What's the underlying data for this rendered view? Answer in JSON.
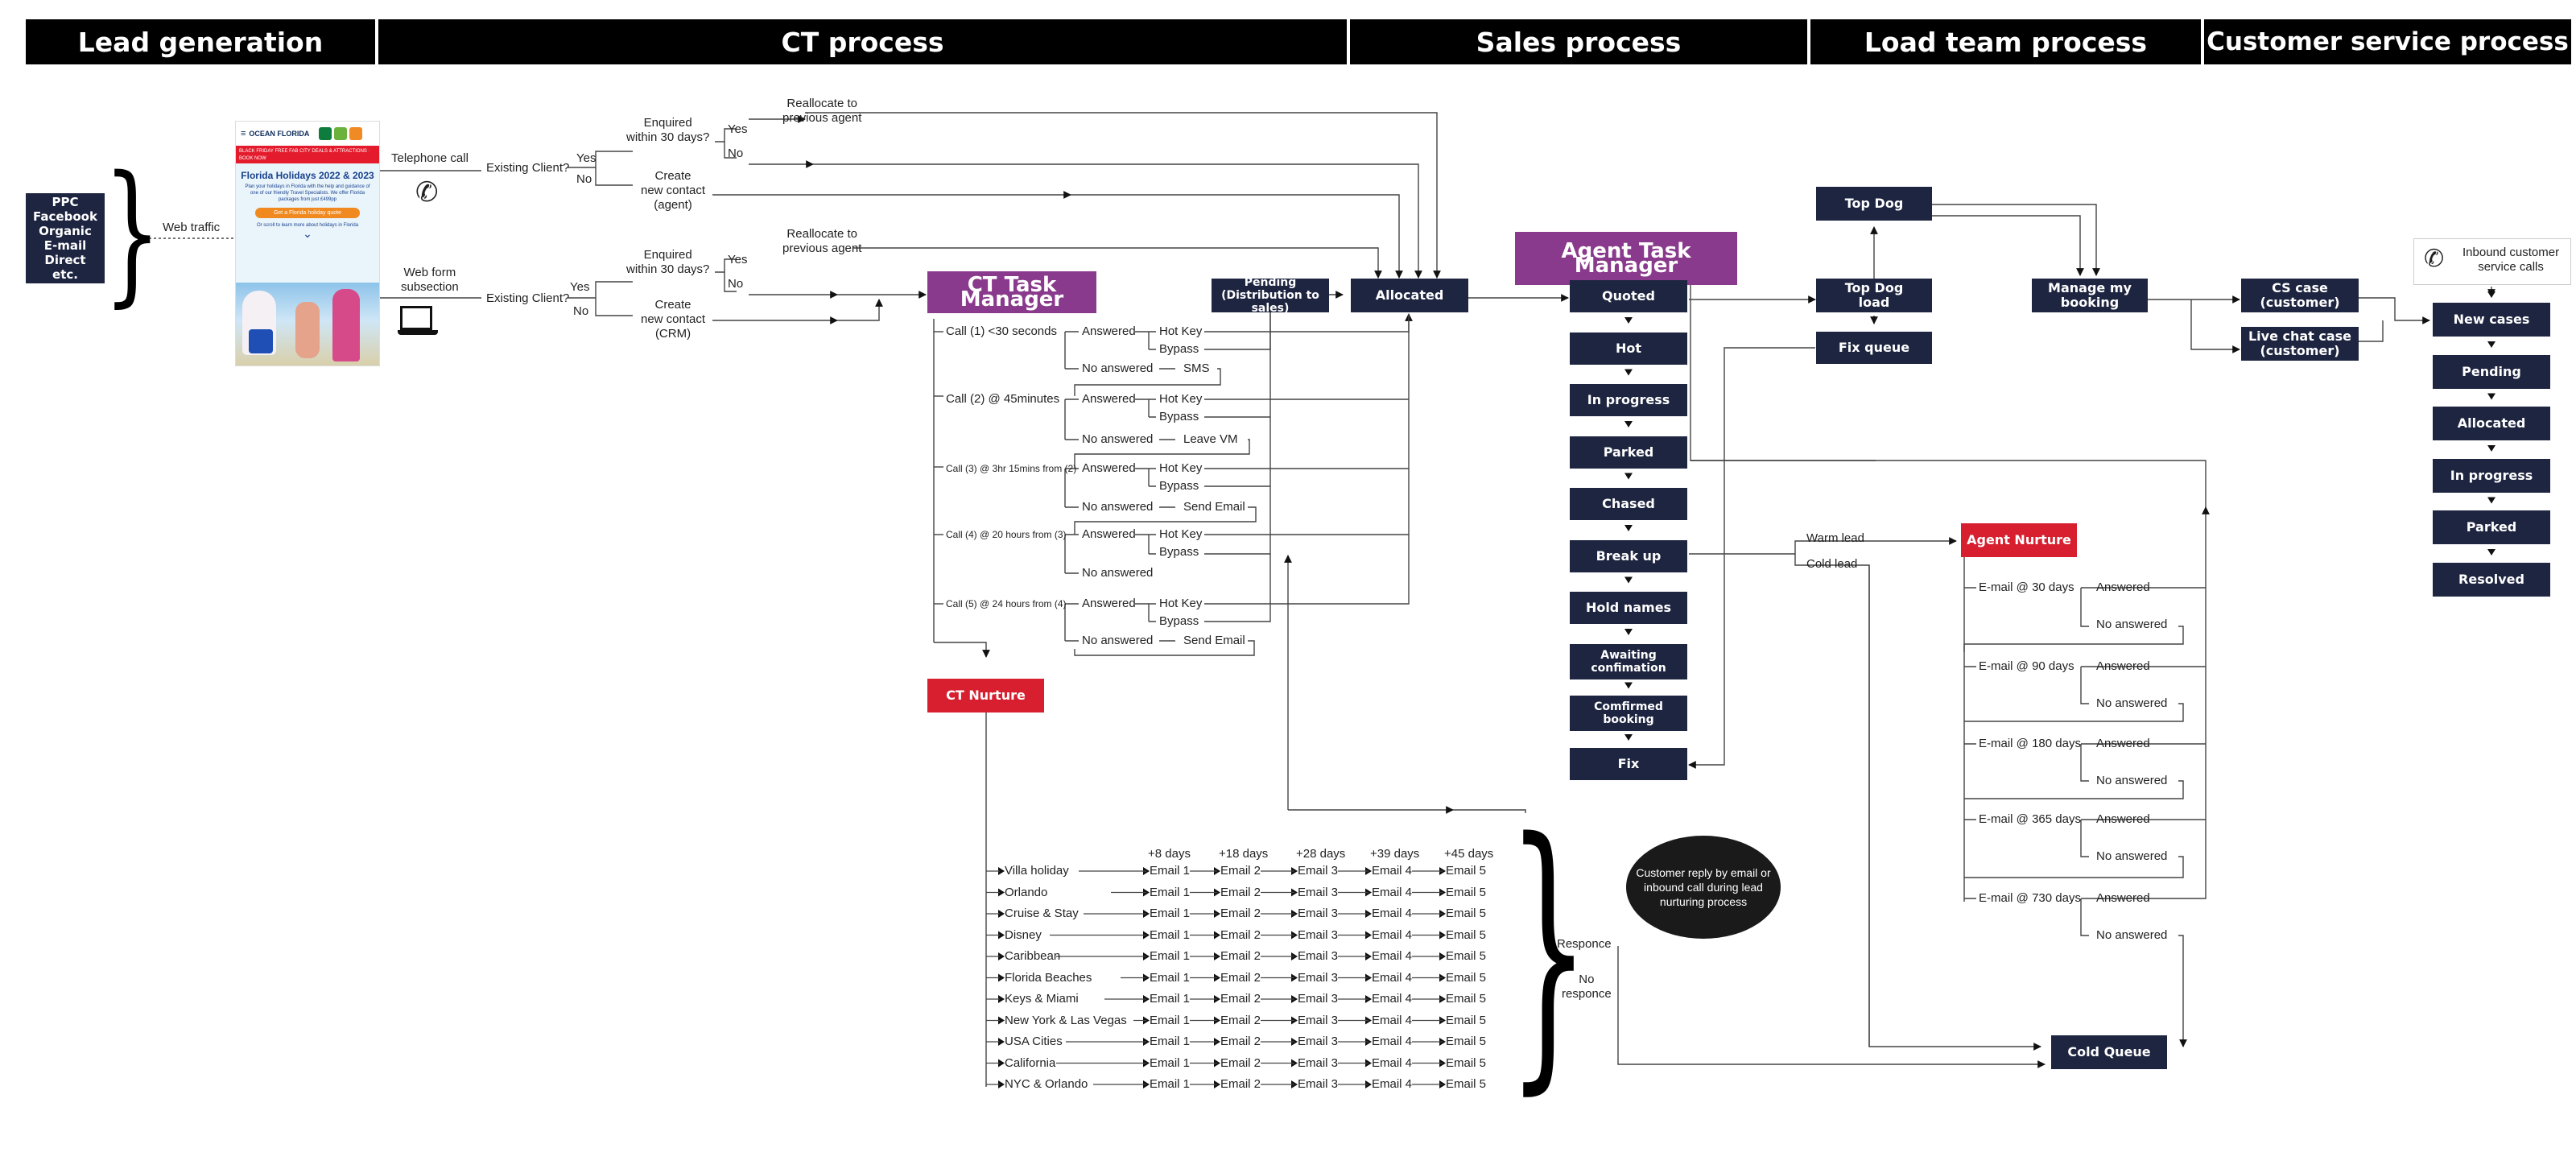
{
  "headers": [
    "Lead generation",
    "CT process",
    "Sales process",
    "Load team process",
    "Customer service process"
  ],
  "lead_sources": "PPC\nFacebook\nOrganic\nE-mail\nDirect\netc.",
  "labels": {
    "web_traffic": "Web traffic",
    "telephone_call": "Telephone call",
    "web_form": "Web form\nsubsection",
    "existing_client": "Existing Client?",
    "yes": "Yes",
    "no": "No",
    "enquired": "Enquired\nwithin 30 days?",
    "reallocate": "Reallocate to\nprevious agent",
    "create_agent": "Create\nnew contact\n(agent)",
    "create_crm": "Create\nnew contact\n(CRM)",
    "answered": "Answered",
    "no_answered": "No answered",
    "hot_key": "Hot Key",
    "bypass": "Bypass",
    "sms": "SMS",
    "leave_vm": "Leave VM",
    "send_email": "Send Email",
    "warm_lead": "Warm lead",
    "cold_lead": "Cold lead",
    "inbound": "Inbound customer\nservice calls",
    "responce": "Responce",
    "no_responce": "No\nresponce"
  },
  "poster": {
    "brand": "OCEAN FLORIDA",
    "banner": "BLACK FRIDAY FREE FAB CITY DEALS & ATTRACTIONS · BOOK NOW",
    "title": "Florida Holidays 2022 & 2023",
    "body": "Plan your holidays in Florida with the help and guidance of one of our friendly Travel Specialists. We offer Florida packages from just £499pp",
    "cta": "Get a Florida holiday quote",
    "link": "Or scroll to learn more about holidays in Florida"
  },
  "calls": [
    "Call (1) <30 seconds",
    "Call (2) @ 45minutes",
    "Call (3) @ 3hr 15mins from (2)",
    "Call (4) @ 20 hours from (3)",
    "Call (5) @ 24 hours from (4)"
  ],
  "boxes": {
    "ct_task_manager": "CT Task Manager",
    "pending": "Pending\n(Distribution to sales)",
    "allocated": "Allocated",
    "ct_nurture": "CT Nurture",
    "agent_task_manager": "Agent Task Manager",
    "top_dog": "Top Dog",
    "top_dog_load": "Top Dog\nload",
    "fix_queue": "Fix queue",
    "manage_booking": "Manage my\nbooking",
    "cs_case": "CS case\n(customer)",
    "live_chat": "Live chat case\n(customer)",
    "agent_nurture": "Agent Nurture",
    "cold_queue": "Cold Queue",
    "customer_reply": "Customer reply by email or inbound call during lead nurturing process"
  },
  "sales_stages": [
    "Quoted",
    "Hot",
    "In progress",
    "Parked",
    "Chased",
    "Break up",
    "Hold names",
    "Awaiting\nconfimation",
    "Comfirmed\nbooking",
    "Fix"
  ],
  "cs_stages": [
    "New cases",
    "Pending",
    "Allocated",
    "In progress",
    "Parked",
    "Resolved"
  ],
  "agent_emails": [
    "E-mail @ 30 days",
    "E-mail @ 90 days",
    "E-mail @ 180 days",
    "E-mail @ 365 days",
    "E-mail @ 730 days"
  ],
  "nurture": {
    "days": [
      "+8 days",
      "+18 days",
      "+28 days",
      "+39 days",
      "+45 days"
    ],
    "emails": [
      "Email 1",
      "Email 2",
      "Email 3",
      "Email 4",
      "Email 5"
    ],
    "segments": [
      "Villa holiday",
      "Orlando",
      "Cruise & Stay",
      "Disney",
      "Caribbean",
      "Florida Beaches",
      "Keys & Miami",
      "New York & Las Vegas",
      "USA Cities",
      "California",
      "NYC & Orlando"
    ]
  }
}
